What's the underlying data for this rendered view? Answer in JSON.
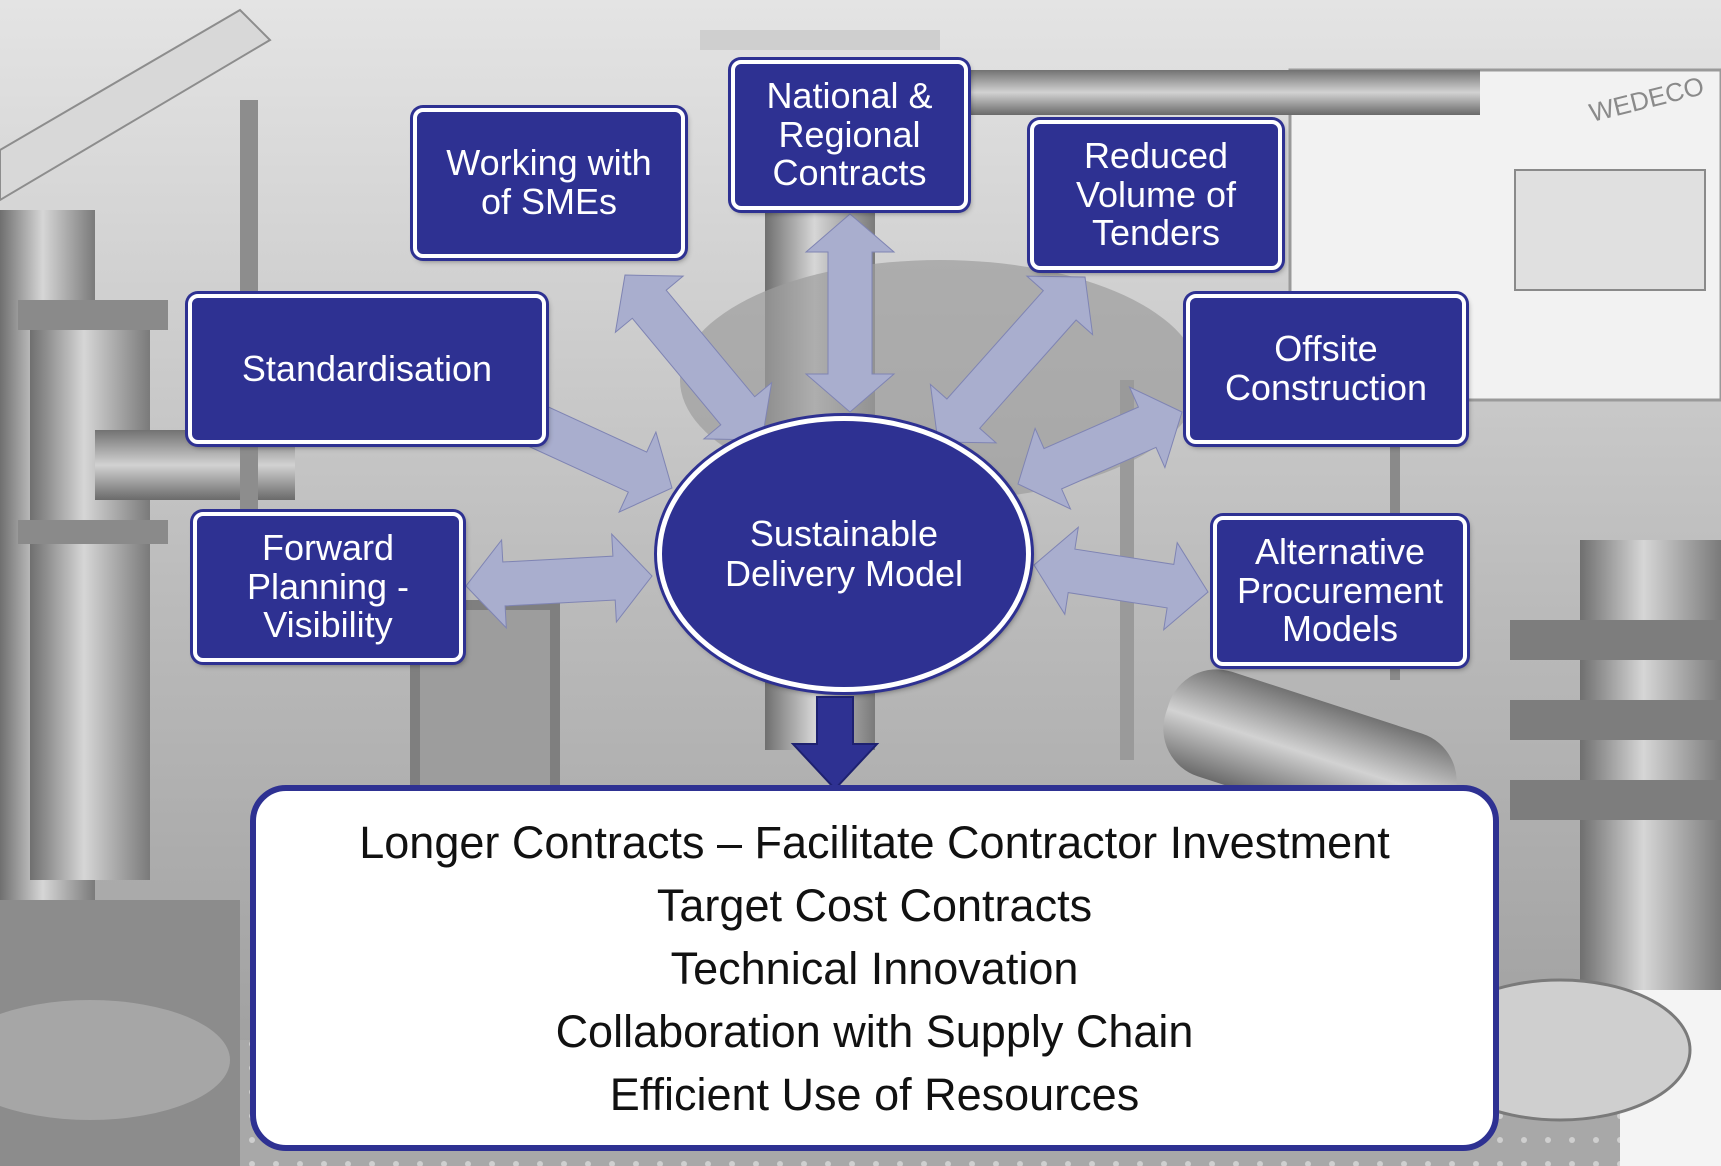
{
  "diagram": {
    "center": {
      "label": "Sustainable\nDelivery Model"
    },
    "nodes": [
      {
        "key": "national",
        "label": "National &\nRegional\nContracts"
      },
      {
        "key": "smes",
        "label": "Working with\nof SMEs"
      },
      {
        "key": "tenders",
        "label": "Reduced\nVolume of\nTenders"
      },
      {
        "key": "standard",
        "label": "Standardisation"
      },
      {
        "key": "offsite",
        "label": "Offsite\nConstruction"
      },
      {
        "key": "forward",
        "label": "Forward\nPlanning -\nVisibility"
      },
      {
        "key": "procurement",
        "label": "Alternative\nProcurement\nModels"
      }
    ],
    "outcomes": [
      "Longer Contracts – Facilitate Contractor Investment",
      "Target Cost Contracts",
      "Technical Innovation",
      "Collaboration with Supply Chain",
      "Efficient Use of Resources"
    ],
    "background_sign": "WEDECO",
    "colors": {
      "box_fill": "#2e3192",
      "box_border": "#ffffff",
      "arrow_fill": "#a9aece",
      "down_arrow": "#2e3192",
      "outcome_border": "#2e3192"
    }
  }
}
